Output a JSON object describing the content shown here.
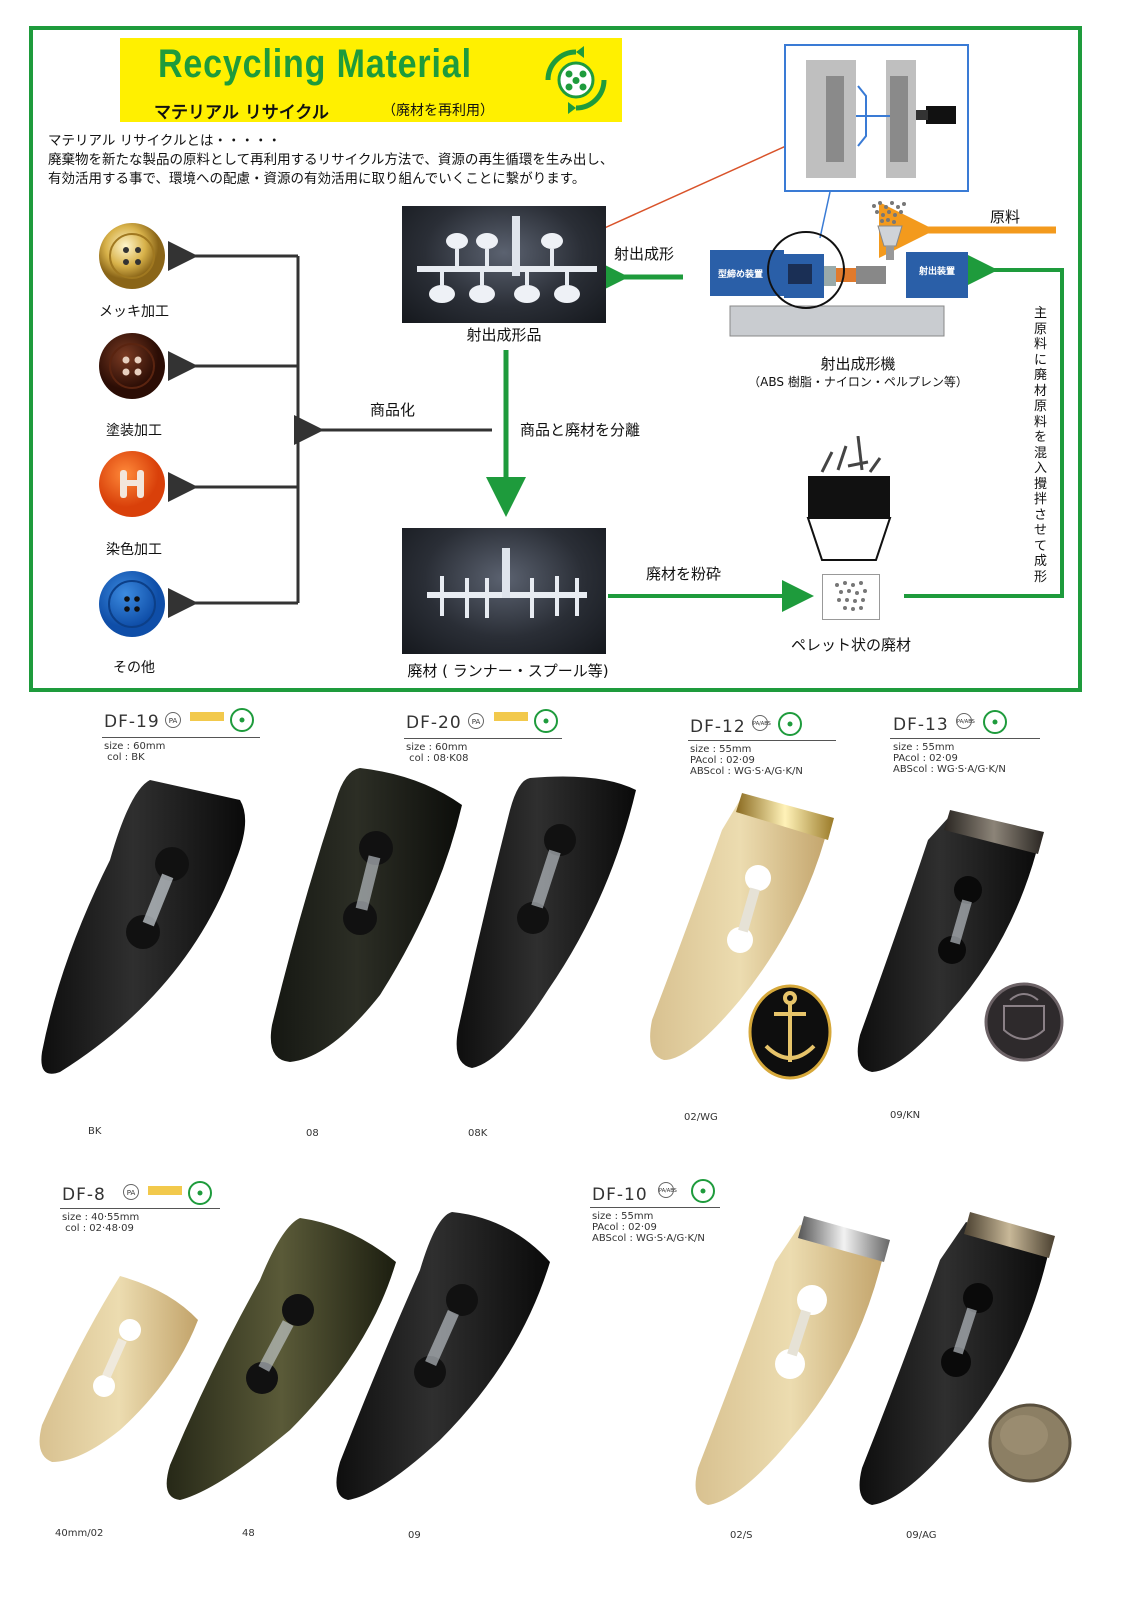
{
  "banner": {
    "title": "Recycling Material",
    "subtitle": "マテリアル リサイクル",
    "note": "（廃材を再利用）"
  },
  "intro": [
    "マテリアル リサイクルとは・・・・・",
    "廃棄物を新たな製品の原料として再利用するリサイクル方法で、資源の再生循環を生み出し、",
    "有効活用する事で、環境への配慮・資源の有効活用に取り組んでいくことに繋がります。"
  ],
  "diagram": {
    "finishes": [
      "メッキ加工",
      "塗装加工",
      "染色加工",
      "その他"
    ],
    "commercialize": "商品化",
    "molded_product": "射出成形品",
    "injection": "射出成形",
    "separate": "商品と廃材を分離",
    "machine": "射出成形機",
    "machine_note": "（ABS 樹脂・ナイロン・ペルプレン等）",
    "raw_material": "原料",
    "clamp_unit": "型締め装置",
    "inject_unit": "射出装置",
    "vertical": "主原料に廃材原料を混入攪拌させて成形",
    "waste": "廃材 ( ランナー・スプール等)",
    "crush": "廃材を粉砕",
    "pellet": "ペレット状の廃材"
  },
  "products": [
    {
      "code": "DF-19",
      "mat": "PA",
      "spec": "size : 60mm\n col : BK",
      "colors": [
        "BK"
      ]
    },
    {
      "code": "DF-20",
      "mat": "PA",
      "spec": "size : 60mm\n col : 08·K08",
      "colors": [
        "08",
        "08K"
      ]
    },
    {
      "code": "DF-12",
      "mat": "PA/ABS",
      "spec": "size : 55mm\nPAcol : 02·09\nABScol : WG·S·A/G·K/N",
      "colors": [
        "02/WG"
      ]
    },
    {
      "code": "DF-13",
      "mat": "PA/ABS",
      "spec": "size : 55mm\nPAcol : 02·09\nABScol : WG·S·A/G·K/N",
      "colors": [
        "09/KN"
      ]
    },
    {
      "code": "DF-8",
      "mat": "PA",
      "spec": "size : 40·55mm\n col : 02·48·09",
      "colors": [
        "40mm/02",
        "48",
        "09"
      ]
    },
    {
      "code": "DF-10",
      "mat": "PA/ABS",
      "spec": "size : 55mm\nPAcol : 02·09\nABScol : WG·S·A/G·K/N",
      "colors": [
        "02/S",
        "09/AG"
      ]
    }
  ],
  "colors": {
    "green": "#1e9b3c",
    "yellow": "#fff000",
    "orange": "#f39a1d",
    "blue": "#3a7bd5"
  }
}
